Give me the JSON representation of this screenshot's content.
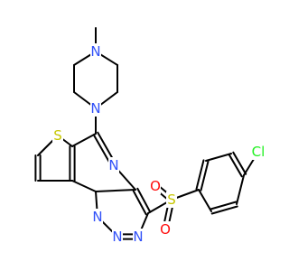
{
  "colors": {
    "bond": "#000000",
    "N": "#3050F8",
    "S": "#C6C600",
    "O": "#FF0D0D",
    "Cl": "#1FF01F",
    "C": "#000000"
  },
  "molecule": {
    "atoms": [
      {
        "id": "nMe",
        "label": "N",
        "element": "N"
      },
      {
        "id": "nPip",
        "label": "N",
        "element": "N"
      },
      {
        "id": "sTh",
        "label": "S",
        "element": "S"
      },
      {
        "id": "nPyr",
        "label": "N",
        "element": "N"
      },
      {
        "id": "sSul",
        "label": "S",
        "element": "S"
      },
      {
        "id": "o1",
        "label": "O",
        "element": "O"
      },
      {
        "id": "o2",
        "label": "O",
        "element": "O"
      },
      {
        "id": "cl",
        "label": "Cl",
        "element": "Cl"
      },
      {
        "id": "n1",
        "label": "N",
        "element": "N"
      },
      {
        "id": "n2",
        "label": "N",
        "element": "N"
      },
      {
        "id": "n3",
        "label": "N",
        "element": "N"
      }
    ]
  }
}
